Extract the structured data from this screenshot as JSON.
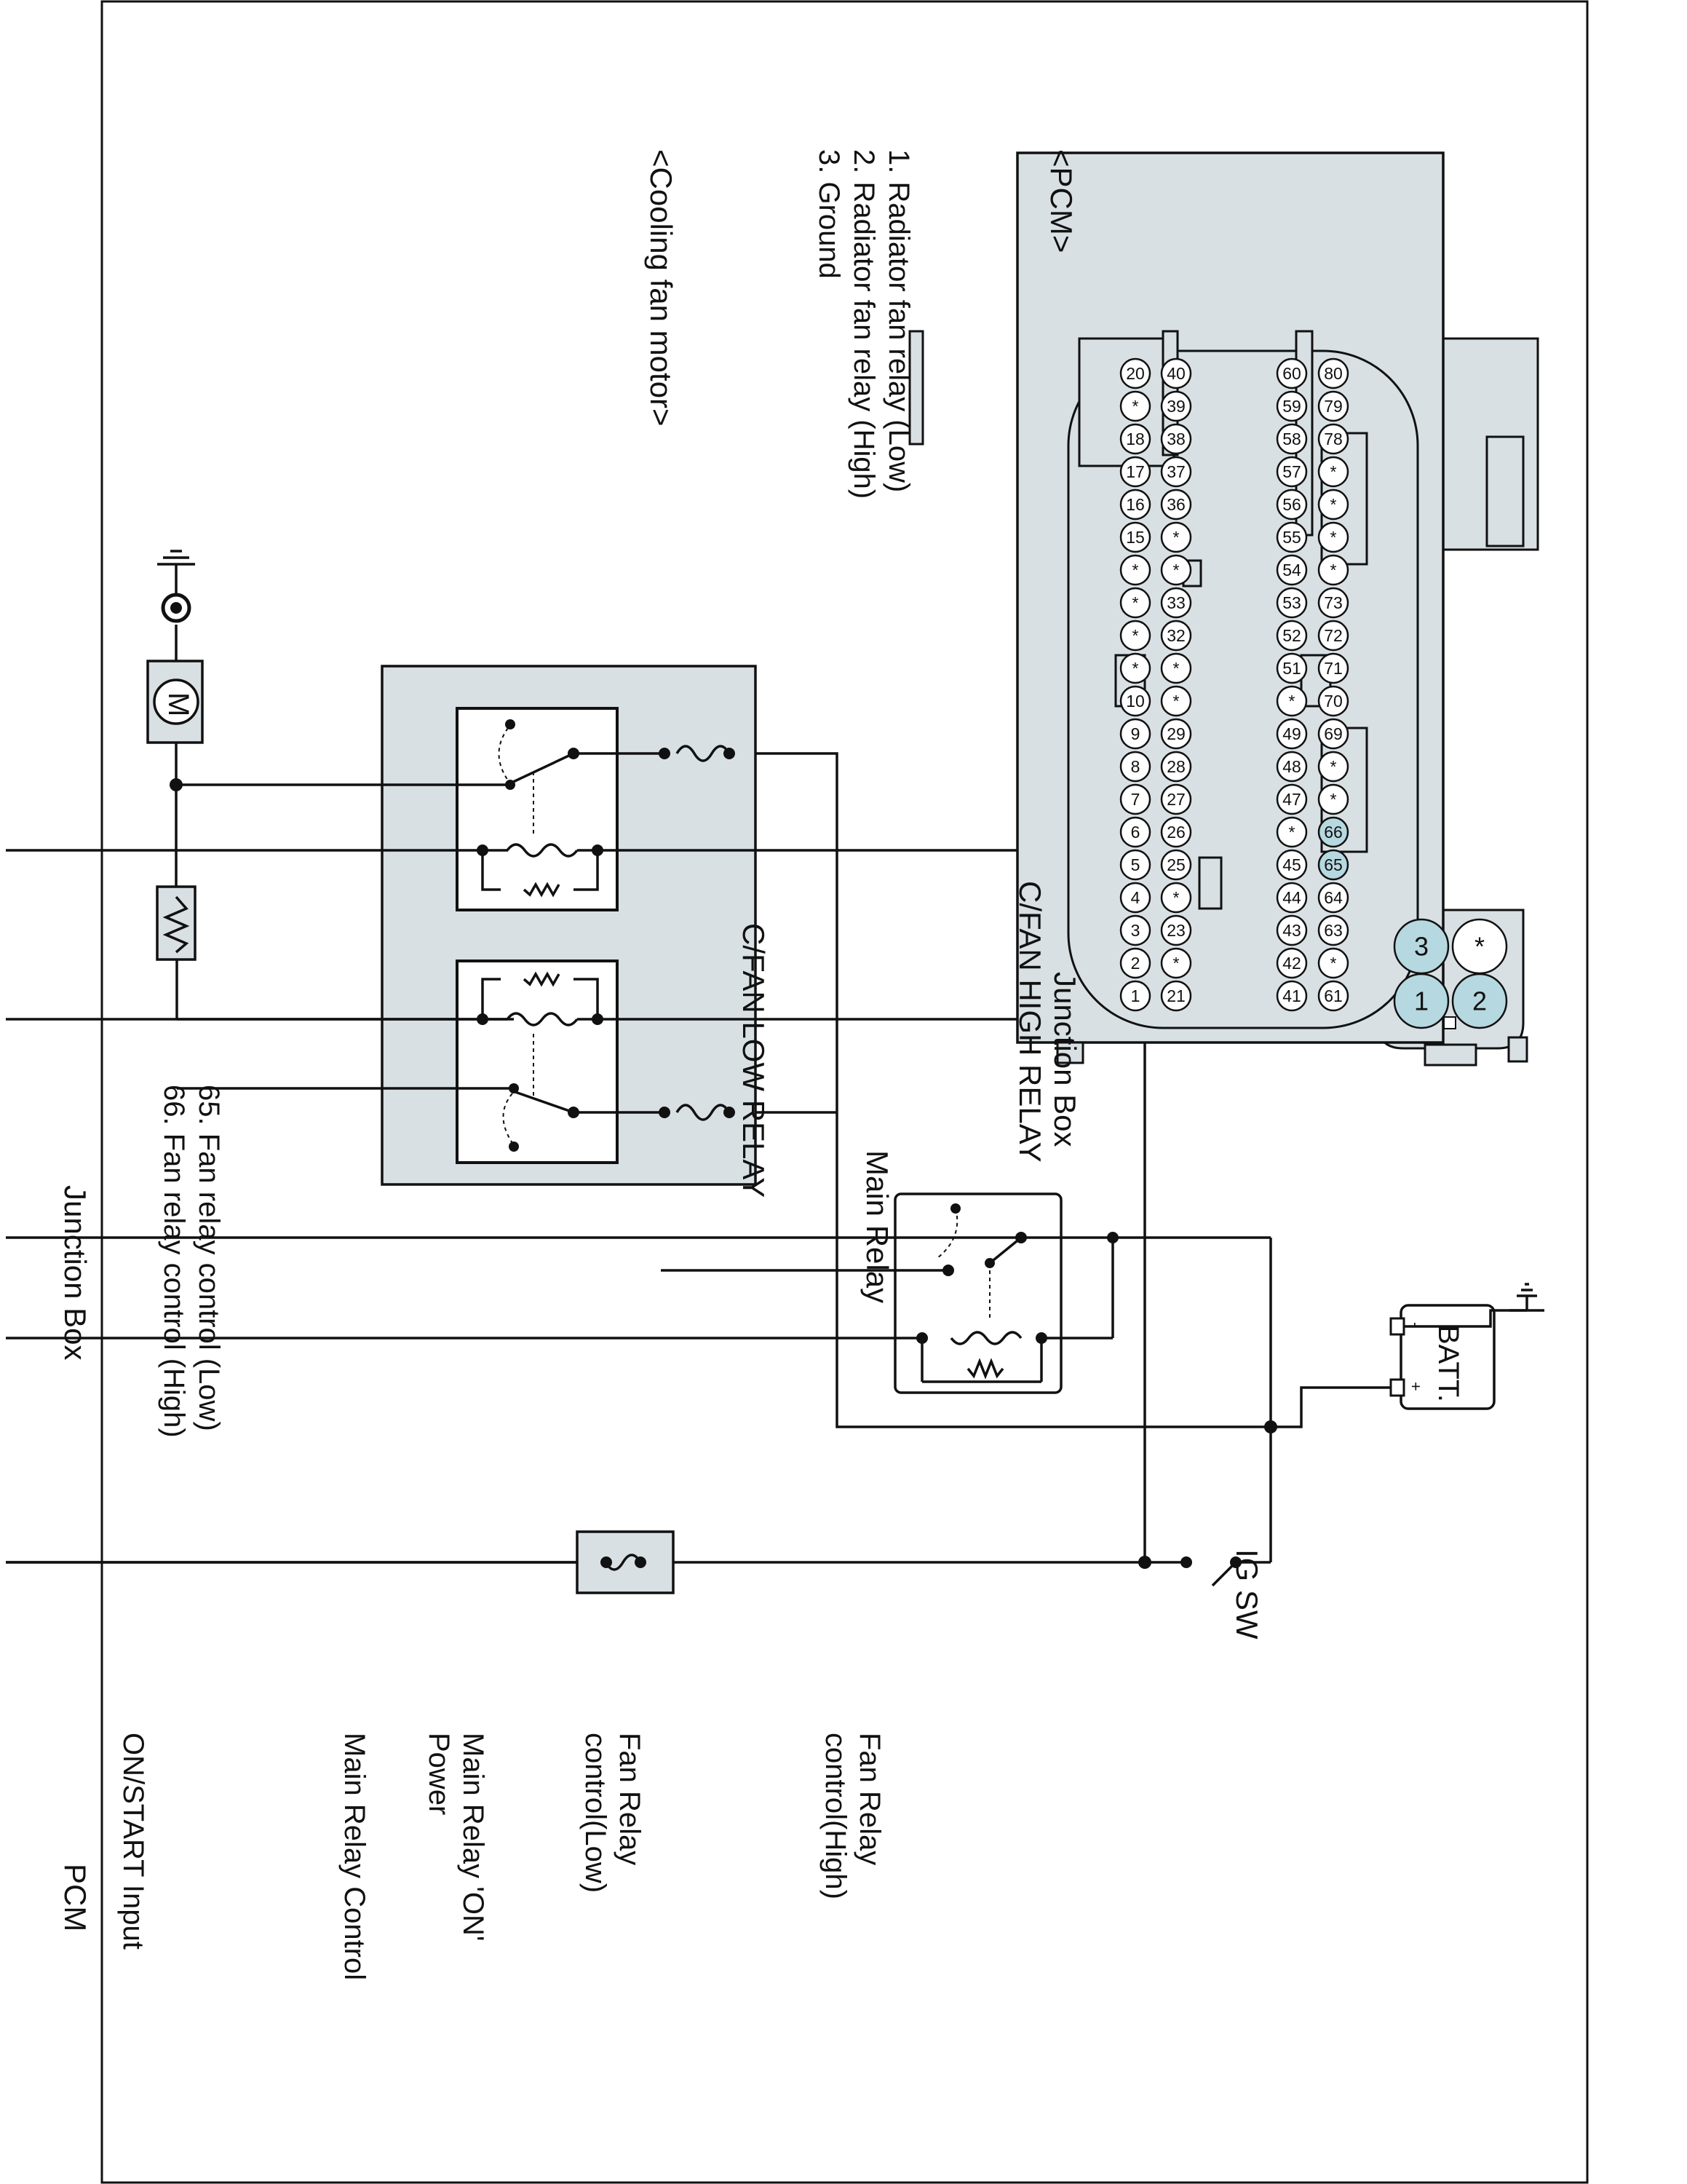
{
  "labels": {
    "ig_sw": "IG SW",
    "batt": "BATT.",
    "batt_neg": "-",
    "batt_pos": "+",
    "main_relay": "Main Relay",
    "junction_box_fuse": "Junction Box",
    "cfan_low_relay": "C/FAN LOW RELAY",
    "cfan_high_relay": "C/FAN HIGH RELAY",
    "junction_box_relays": "Junction Box",
    "motor_symbol": "M",
    "pcm_title": "PCM"
  },
  "pcm_terminals": [
    "ON/START Input",
    "Main Relay Control",
    "Main Relay 'ON'\nPower",
    "Fan Relay\ncontrol(Low)",
    "Fan Relay\ncontrol(High)"
  ],
  "cooling_fan_connector": {
    "title": "<Cooling fan motor>",
    "pins": [
      "2",
      "1",
      "*",
      "3"
    ],
    "legend": [
      "1. Radiator fan relay (Low)",
      "2. Radiator fan relay (High)",
      "3. Ground"
    ]
  },
  "pcm_connector": {
    "title": "<PCM>",
    "row1": [
      "1",
      "2",
      "3",
      "4",
      "5",
      "6",
      "7",
      "8",
      "9",
      "10",
      "*",
      "*",
      "*",
      "*",
      "15",
      "16",
      "17",
      "18",
      "*",
      "20"
    ],
    "row2": [
      "21",
      "*",
      "23",
      "*",
      "25",
      "26",
      "27",
      "28",
      "29",
      "*",
      "*",
      "32",
      "33",
      "*",
      "*",
      "36",
      "37",
      "38",
      "39",
      "40"
    ],
    "row3": [
      "41",
      "42",
      "43",
      "44",
      "45",
      "*",
      "47",
      "48",
      "49",
      "*",
      "51",
      "52",
      "53",
      "54",
      "55",
      "56",
      "57",
      "58",
      "59",
      "60"
    ],
    "row4": [
      "61",
      "*",
      "63",
      "64",
      "65",
      "66",
      "*",
      "*",
      "69",
      "70",
      "71",
      "72",
      "73",
      "*",
      "*",
      "*",
      "*",
      "78",
      "79",
      "80"
    ],
    "highlighted": [
      "65",
      "66"
    ],
    "legend": [
      "65. Fan relay control (Low)",
      "66. Fan relay control (High)"
    ]
  }
}
